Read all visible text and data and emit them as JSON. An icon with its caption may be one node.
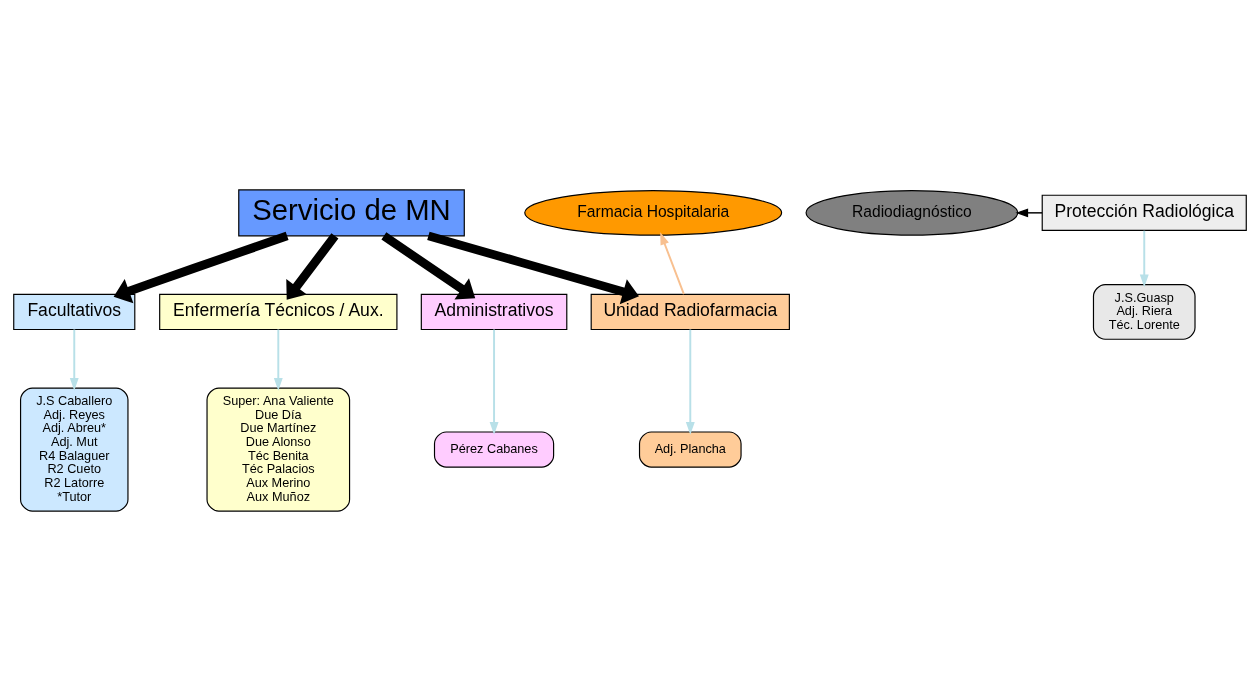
{
  "diagram": {
    "nodes": [
      {
        "text": [
          "Servicio de MN"
        ]
      },
      {
        "text": [
          "Farmacia Hospitalaria"
        ]
      },
      {
        "text": [
          "Radiodiagnóstico"
        ]
      },
      {
        "text": [
          "Facultativos"
        ]
      },
      {
        "text": [
          "Enfermería Técnicos / Aux."
        ]
      },
      {
        "text": [
          "Administrativos"
        ]
      },
      {
        "text": [
          "Unidad Radiofarmacia"
        ]
      },
      {
        "text": [
          "Protección Radiológica"
        ]
      },
      {
        "text": [
          "J.S Caballero",
          "Adj. Reyes",
          "Adj. Abreu*",
          "Adj. Mut",
          "R4 Balaguer",
          "R2 Cueto",
          "R2 Latorre",
          "*Tutor"
        ]
      },
      {
        "text": [
          "Super: Ana Valiente",
          "Due Día",
          "Due Martínez",
          "Due Alonso",
          "Téc Benita",
          "Téc Palacios",
          "Aux Merino",
          "Aux Muñoz"
        ]
      },
      {
        "text": [
          "Pérez Cabanes"
        ]
      },
      {
        "text": [
          "Adj. Plancha"
        ]
      },
      {
        "text": [
          "J.S.Guasp",
          "Adj. Riera",
          "Téc. Lorente"
        ]
      }
    ],
    "edges": [
      {
        "from": 0,
        "to": 3,
        "arrow": "to",
        "style": "thick"
      },
      {
        "from": 0,
        "to": 4,
        "arrow": "to",
        "style": "thick"
      },
      {
        "from": 0,
        "to": 5,
        "arrow": "to",
        "style": "thick"
      },
      {
        "from": 0,
        "to": 6,
        "arrow": "to",
        "style": "thick"
      },
      {
        "from": 6,
        "to": 1,
        "arrow": "to",
        "color": "#f8c090"
      },
      {
        "from": 7,
        "to": 2,
        "arrow": "to"
      },
      {
        "from": 3,
        "to": 8,
        "arrow": "to",
        "color": "#b8e0e8"
      },
      {
        "from": 4,
        "to": 9,
        "arrow": "to",
        "color": "#b8e0e8"
      },
      {
        "from": 5,
        "to": 10,
        "arrow": "to",
        "color": "#b8e0e8"
      },
      {
        "from": 6,
        "to": 11,
        "arrow": "to",
        "color": "#b8e0e8"
      },
      {
        "from": 7,
        "to": 12,
        "arrow": "to",
        "color": "#b8e0e8"
      }
    ]
  }
}
